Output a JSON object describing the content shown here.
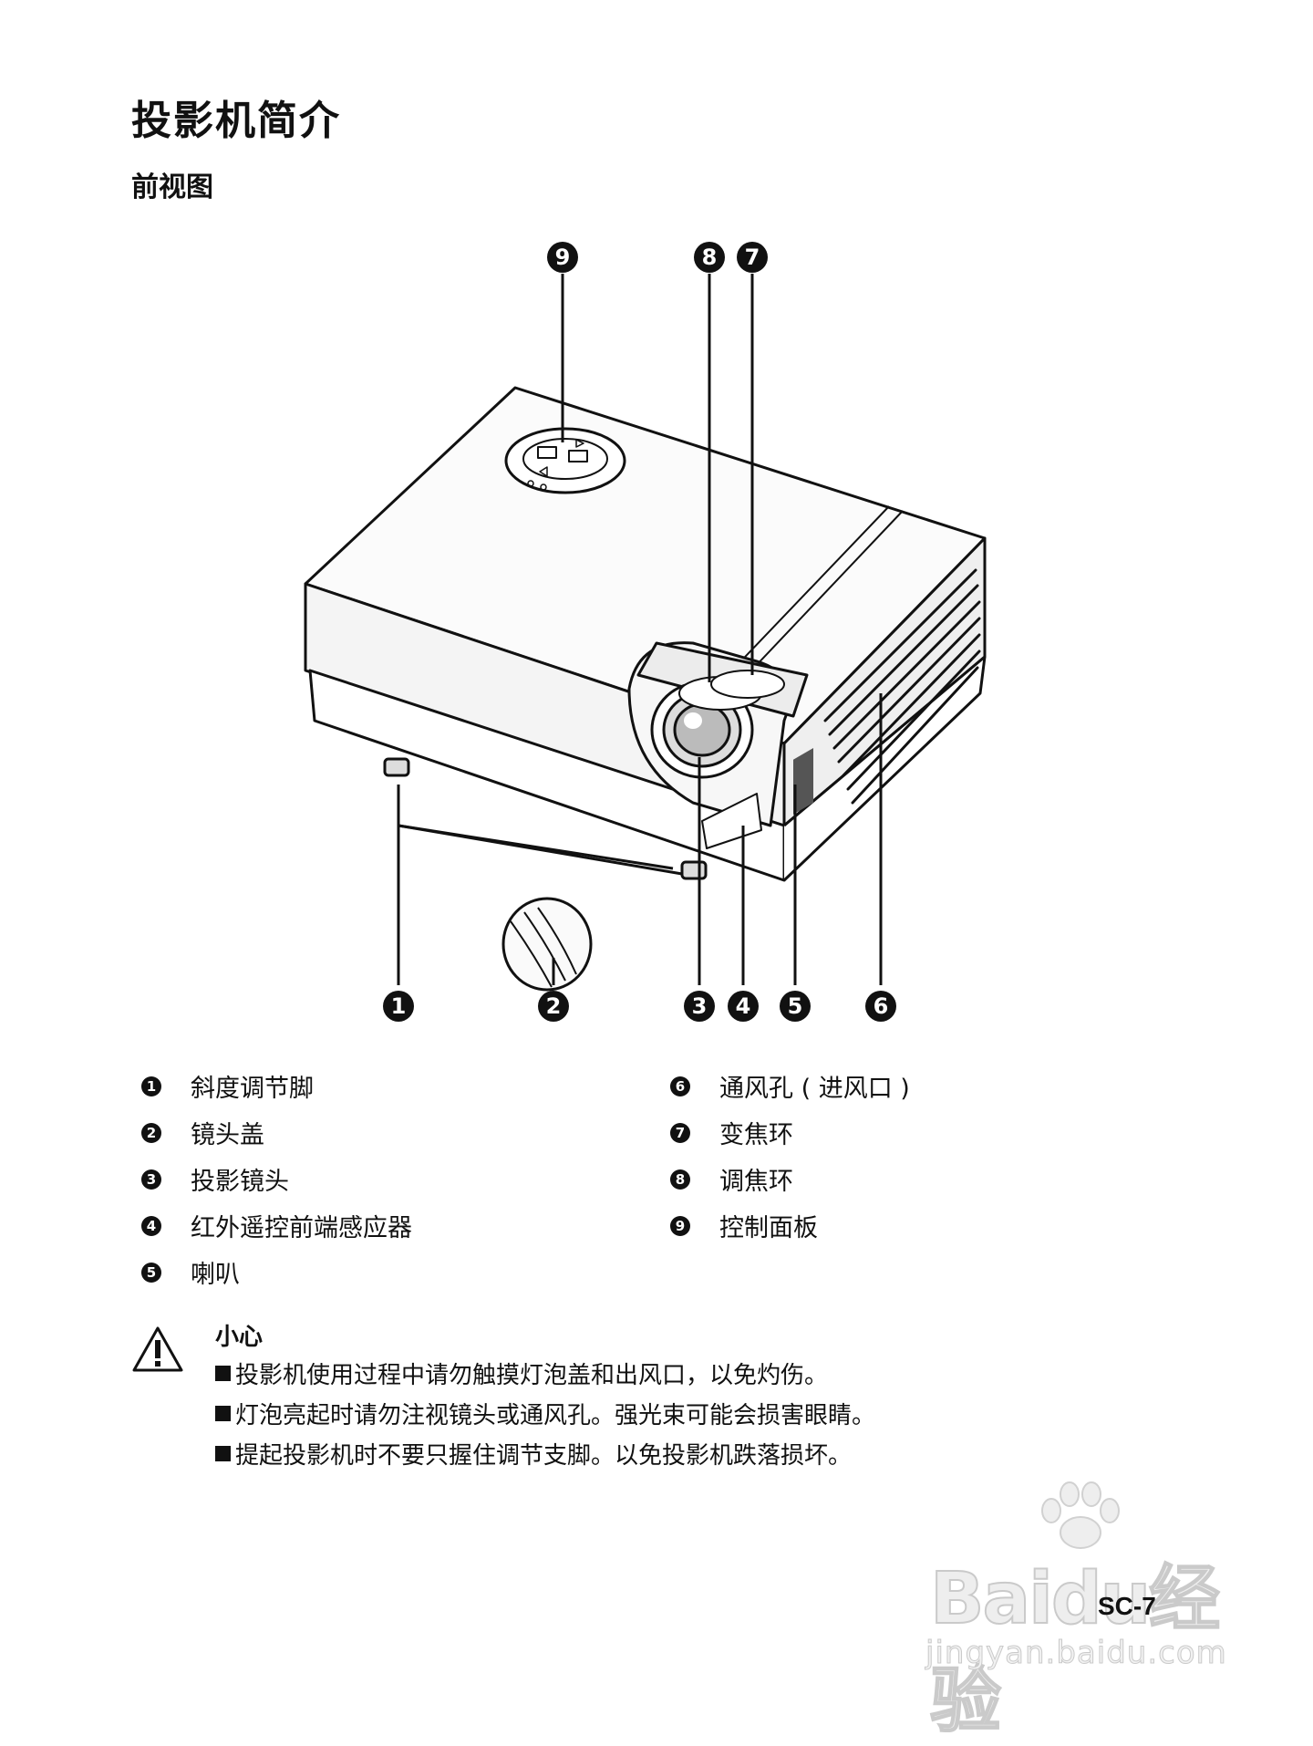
{
  "page": {
    "title": "投影机简介",
    "section": "前视图",
    "page_number": "SC-7"
  },
  "figure": {
    "callouts": [
      "9",
      "8",
      "7",
      "1",
      "2",
      "3",
      "4",
      "5",
      "6"
    ]
  },
  "legend": {
    "left": [
      {
        "num": "1",
        "label": "斜度调节脚"
      },
      {
        "num": "2",
        "label": "镜头盖"
      },
      {
        "num": "3",
        "label": "投影镜头"
      },
      {
        "num": "4",
        "label": "红外遥控前端感应器"
      },
      {
        "num": "5",
        "label": "喇叭"
      }
    ],
    "right": [
      {
        "num": "6",
        "label": "通风孔 ( 进风口 )"
      },
      {
        "num": "7",
        "label": "变焦环"
      },
      {
        "num": "8",
        "label": "调焦环"
      },
      {
        "num": "9",
        "label": "控制面板"
      }
    ]
  },
  "caution": {
    "title": "小心",
    "lines": [
      "投影机使用过程中请勿触摸灯泡盖和出风口，以免灼伤。",
      "灯泡亮起时请勿注视镜头或通风孔。强光束可能会损害眼睛。",
      "提起投影机时不要只握住调节支脚。以免投影机跌落损坏。"
    ]
  },
  "watermark": {
    "brand": "Baidu经验",
    "url": "jingyan.baidu.com"
  }
}
